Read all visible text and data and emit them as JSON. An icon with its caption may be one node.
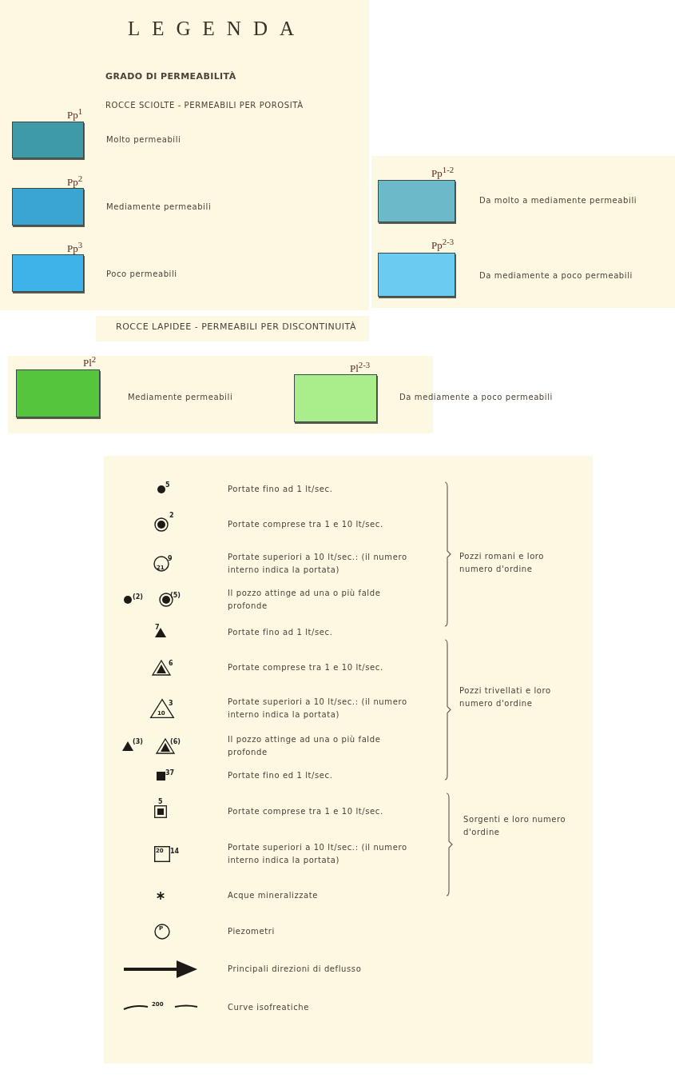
{
  "diagram": {
    "title": "LEGENDA",
    "labels": [
      "GRADO DI PERMEABILITÀ",
      "ROCCE SCIOLTE - PERMEABILI PER POROSITÀ",
      "Pp$^{1}$",
      "Pp$^{1-2}$",
      "Pp$^{2}$",
      "Pp$^{3}$",
      "Pp$^{2-3}$",
      "ROCCE LAPIDEE - PERMEABILI PER DISCONTINUITÀ",
      "Pl$^{2}$",
      "Pl$^{2-3}$",
      "5",
      "2",
      "21",
      "9",
      "(2)",
      "(5)",
      "Pozzi romani e loro numero d'ordine",
      "7",
      "6",
      "10",
      "3",
      "(3)",
      "(6)",
      "Pozzi trivellati e loro numero d'ordine",
      "37",
      "5",
      "20",
      "14",
      "Sorgenti e loro numero d'ordine",
      "P",
      "200"
    ],
    "legend": [
      {
        "text": "Molto permeabili",
        "color": "#3f9aa8"
      },
      {
        "text": "Mediamente permeabili",
        "color": "#3aa5d2"
      },
      {
        "text": "Poco permeabili",
        "color": "#3db3ea"
      },
      {
        "text": "Da molto a mediamente permeabili",
        "color": "#6cbac9"
      },
      {
        "text": "Da mediamente a poco permeabili",
        "color": "#6ccbf0"
      },
      {
        "text": "Mediamente permeabili",
        "color": "#55c63c"
      },
      {
        "text": "Da mediamente a poco permeabili",
        "color": "#aaee8c"
      },
      {
        "text": "Portate fino ad 1 lt/sec."
      },
      {
        "text": "Portate comprese tra 1 e 10 lt/sec."
      },
      {
        "text": "Portate superiori a 10 lt/sec.: (il numero interno indica la portata)"
      },
      {
        "text": "Il pozzo attinge ad una o più falde profonde"
      },
      {
        "text": "Portate fino ad 1 lt/sec."
      },
      {
        "text": "Portate comprese tra 1 e 10 lt/sec."
      },
      {
        "text": "Portate superiori a 10 lt/sec.: (il numero interno indica la portata)"
      },
      {
        "text": "Il pozzo attinge ad una o più falde profonde"
      },
      {
        "text": "Portate fino ed 1 lt/sec."
      },
      {
        "text": "Portate comprese tra 1 e 10 lt/sec."
      },
      {
        "text": "Portate superiori a 10 lt/sec.: (il numero interno indica la portata)"
      },
      {
        "text": "Acque mineralizzate"
      },
      {
        "text": "Piezometri"
      },
      {
        "text": "Principali direzioni di deflusso"
      },
      {
        "text": "Curve isofreatiche"
      }
    ]
  }
}
